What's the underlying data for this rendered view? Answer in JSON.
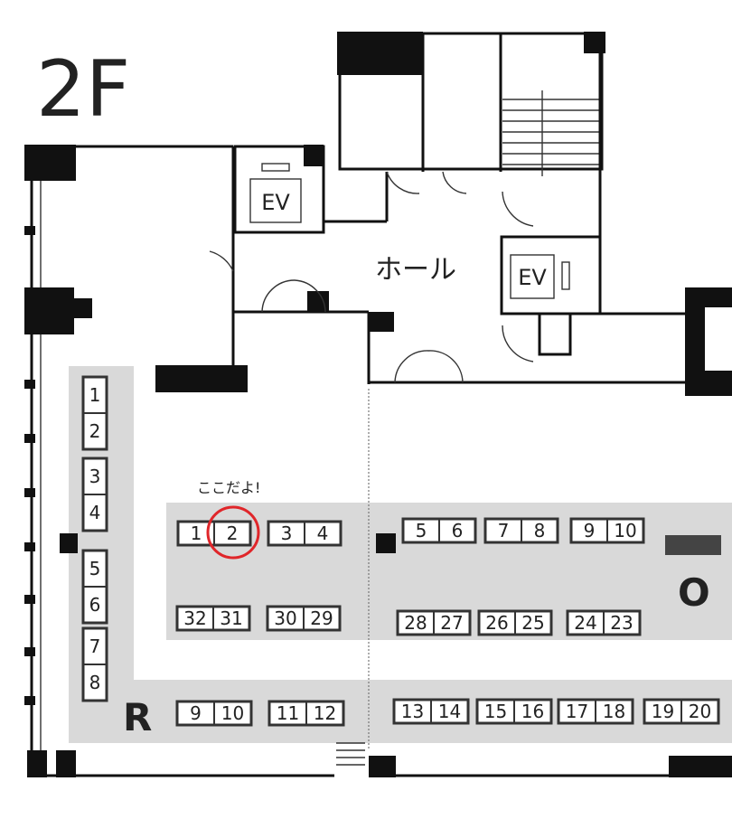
{
  "floor": {
    "label": "2F"
  },
  "rooms": {
    "hall": "ホール",
    "elevator_1": "EV",
    "elevator_2": "EV"
  },
  "annotation": {
    "text": "ここだよ!",
    "target_row": "top-left",
    "target_booth": "2",
    "color": "#e0262a"
  },
  "areas": {
    "left_area": "R",
    "center_area": "O"
  },
  "area_color": "#d9d9d9",
  "booth_rows": {
    "left_column": [
      [
        "1",
        "2"
      ],
      [
        "3",
        "4"
      ],
      [
        "5",
        "6"
      ],
      [
        "7",
        "8"
      ]
    ],
    "top_left": [
      [
        "1",
        "2"
      ],
      [
        "3",
        "4"
      ]
    ],
    "top_right": [
      [
        "5",
        "6"
      ],
      [
        "7",
        "8"
      ],
      [
        "9",
        "10"
      ]
    ],
    "middle_left": [
      [
        "32",
        "31"
      ],
      [
        "30",
        "29"
      ]
    ],
    "middle_right": [
      [
        "28",
        "27"
      ],
      [
        "26",
        "25"
      ],
      [
        "24",
        "23"
      ]
    ],
    "bottom": [
      [
        "9",
        "10"
      ],
      [
        "11",
        "12"
      ],
      [
        "13",
        "14"
      ],
      [
        "15",
        "16"
      ],
      [
        "17",
        "18"
      ],
      [
        "19",
        "20"
      ]
    ]
  }
}
